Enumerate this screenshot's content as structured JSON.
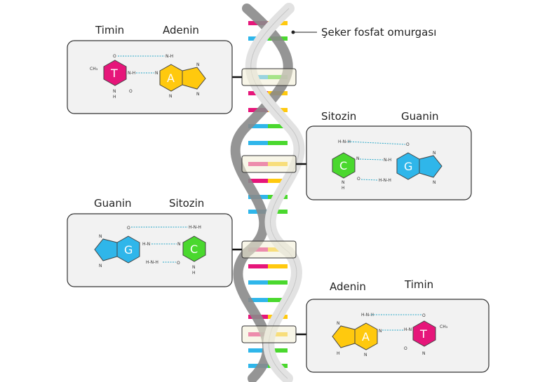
{
  "backbone_label": "Şeker fosfat omurgası",
  "colors": {
    "thymine": "#e6167a",
    "adenine": "#ffc90e",
    "cytosine": "#4ad82e",
    "guanine": "#2fb6ea",
    "helix_dark": "#8a8a8a",
    "helix_light": "#e2e2e2",
    "hbond": "#2aa8c8"
  },
  "panels": [
    {
      "left_label": "Timin",
      "right_label": "Adenin",
      "left_letter": "T",
      "right_letter": "A",
      "atoms": {
        "o_top": "O",
        "ch3": "CH₃",
        "nh": "N-H",
        "o_bottom": "O",
        "n_low": "N",
        "nh2": "N-H",
        "n_mid": "N",
        "n_ring": "N",
        "n_bot1": "N",
        "n_bot2": "N",
        "h": "H"
      }
    },
    {
      "left_label": "Sitozin",
      "right_label": "Guanin",
      "left_letter": "C",
      "right_letter": "G",
      "atoms": {
        "nh2": "H-N-H",
        "n1": "N",
        "o1": "O",
        "n_low": "N",
        "h": "H",
        "o_top": "O",
        "nh": "N-H",
        "hnh": "H-N-H",
        "n_ring": "N",
        "n_bot": "N"
      }
    },
    {
      "left_label": "Guanin",
      "right_label": "Sitozin",
      "left_letter": "G",
      "right_letter": "C",
      "atoms": {
        "o_top": "O",
        "nh": "H-N",
        "hnh": "H-N-H",
        "n_ring": "N",
        "n_bot": "N",
        "nh2": "H-N-H",
        "n1": "N",
        "o1": "O",
        "n_low": "N",
        "h": "H"
      }
    },
    {
      "left_label": "Adenin",
      "right_label": "Timin",
      "left_letter": "A",
      "right_letter": "T",
      "atoms": {
        "nh2": "H-N-H",
        "n_mid": "N",
        "n_ring": "N",
        "n_bot1": "N",
        "h": "H",
        "hn": "H-N",
        "o_top": "O",
        "ch3": "CH₃",
        "o_bottom": "O",
        "n_low": "N"
      }
    }
  ]
}
